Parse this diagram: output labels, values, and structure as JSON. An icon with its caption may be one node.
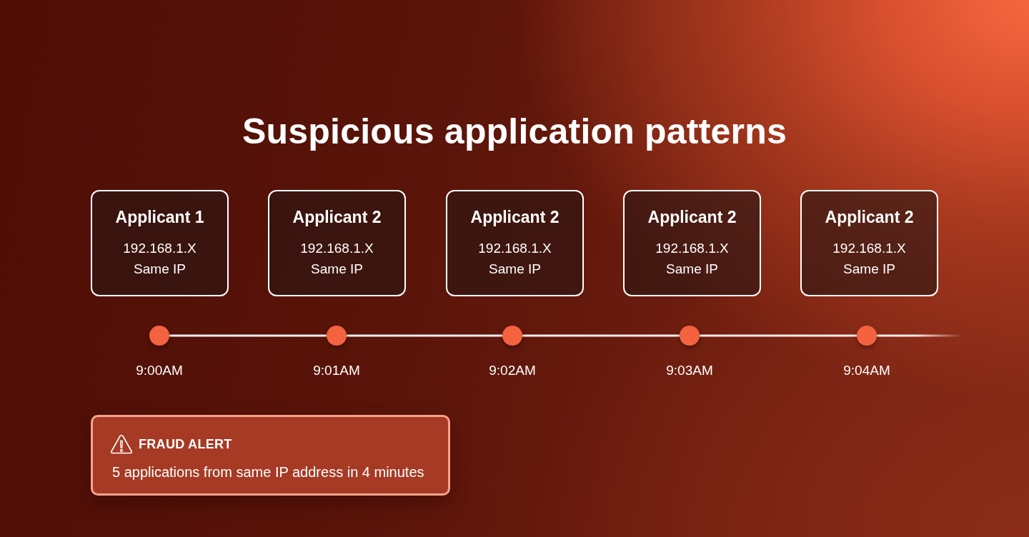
{
  "diagram": {
    "title": "Suspicious application patterns",
    "nodes": [
      {
        "text": [
          "Applicant 1",
          "192.168.1.X",
          "Same IP"
        ]
      },
      {
        "text": [
          "Applicant 2",
          "192.168.1.X",
          "Same IP"
        ]
      },
      {
        "text": [
          "Applicant 2",
          "192.168.1.X",
          "Same IP"
        ]
      },
      {
        "text": [
          "Applicant 2",
          "192.168.1.X",
          "Same IP"
        ]
      },
      {
        "text": [
          "Applicant 2",
          "192.168.1.X",
          "Same IP"
        ]
      },
      {
        "text": [],
        "shape": "circle",
        "beside": [
          "9:00AM"
        ]
      },
      {
        "text": [],
        "shape": "circle",
        "beside": [
          "9:01AM"
        ]
      },
      {
        "text": [],
        "shape": "circle",
        "beside": [
          "9:02AM"
        ]
      },
      {
        "text": [],
        "shape": "circle",
        "beside": [
          "9:03AM"
        ]
      },
      {
        "text": [],
        "shape": "circle",
        "beside": [
          "9:04AM"
        ]
      },
      {
        "text": [
          "FRAUD ALERT",
          "5 applications from same IP address in 4 minutes"
        ]
      }
    ],
    "edges": [
      {
        "from": 5,
        "to": 6,
        "arrow": "none"
      },
      {
        "from": 6,
        "to": 7,
        "arrow": "none"
      },
      {
        "from": 7,
        "to": 8,
        "arrow": "none"
      },
      {
        "from": 8,
        "to": 9,
        "arrow": "none"
      },
      {
        "from": 9,
        "to": null,
        "arrow": "none"
      }
    ]
  }
}
